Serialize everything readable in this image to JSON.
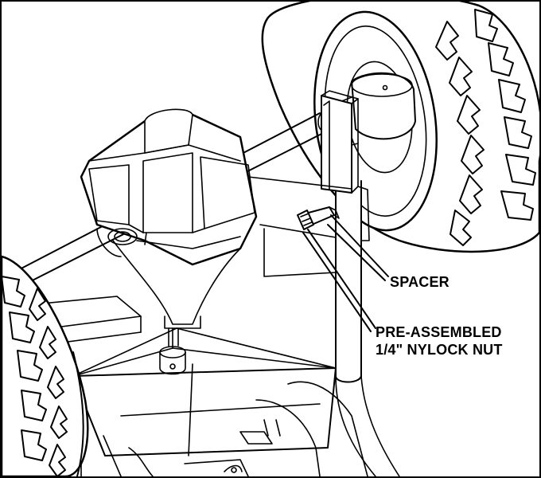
{
  "callouts": {
    "spacer": "SPACER",
    "nut_line1": "PRE-ASSEMBLED",
    "nut_line2": "1/4\" NYLOCK NUT"
  },
  "colors": {
    "line": "#000000",
    "background": "#ffffff"
  }
}
